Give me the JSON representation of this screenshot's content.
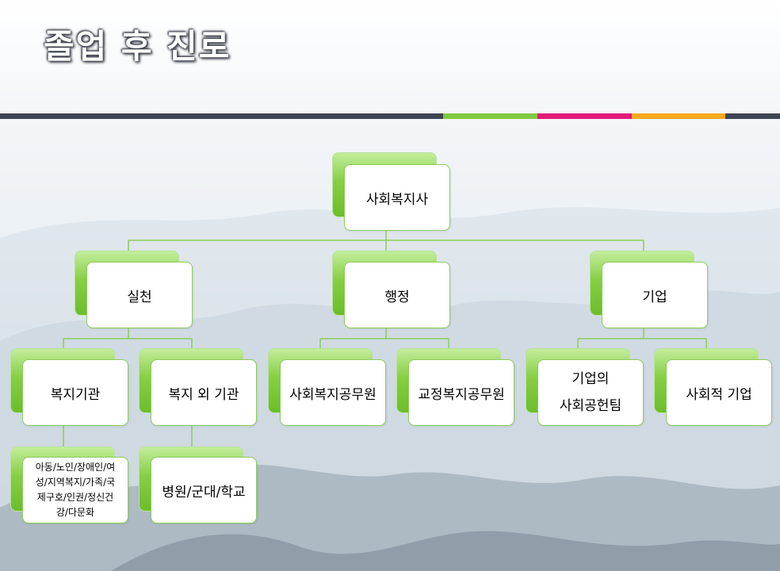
{
  "title": "졸업 후 진로",
  "accent_colors": {
    "bar_dark": "#3f4453",
    "bar_green": "#80c940",
    "bar_pink": "#e31a7a",
    "bar_orange": "#f7a91b",
    "node_border": "#8ccd5c",
    "node_back": "#86cf43"
  },
  "org_chart": {
    "root": "사회복지사",
    "level1": [
      "실천",
      "행정",
      "기업"
    ],
    "level2": [
      "복지기관",
      "복지 외 기관",
      "사회복지공무원",
      "교정복지공무원",
      "기업의\n사회공헌팀",
      "사회적 기업"
    ],
    "level3": [
      "아동/노인/장애인/여\n성/지역복지/가족/국\n제구호/인권/정신건\n강/다문화",
      "병원/군대/학교"
    ]
  }
}
